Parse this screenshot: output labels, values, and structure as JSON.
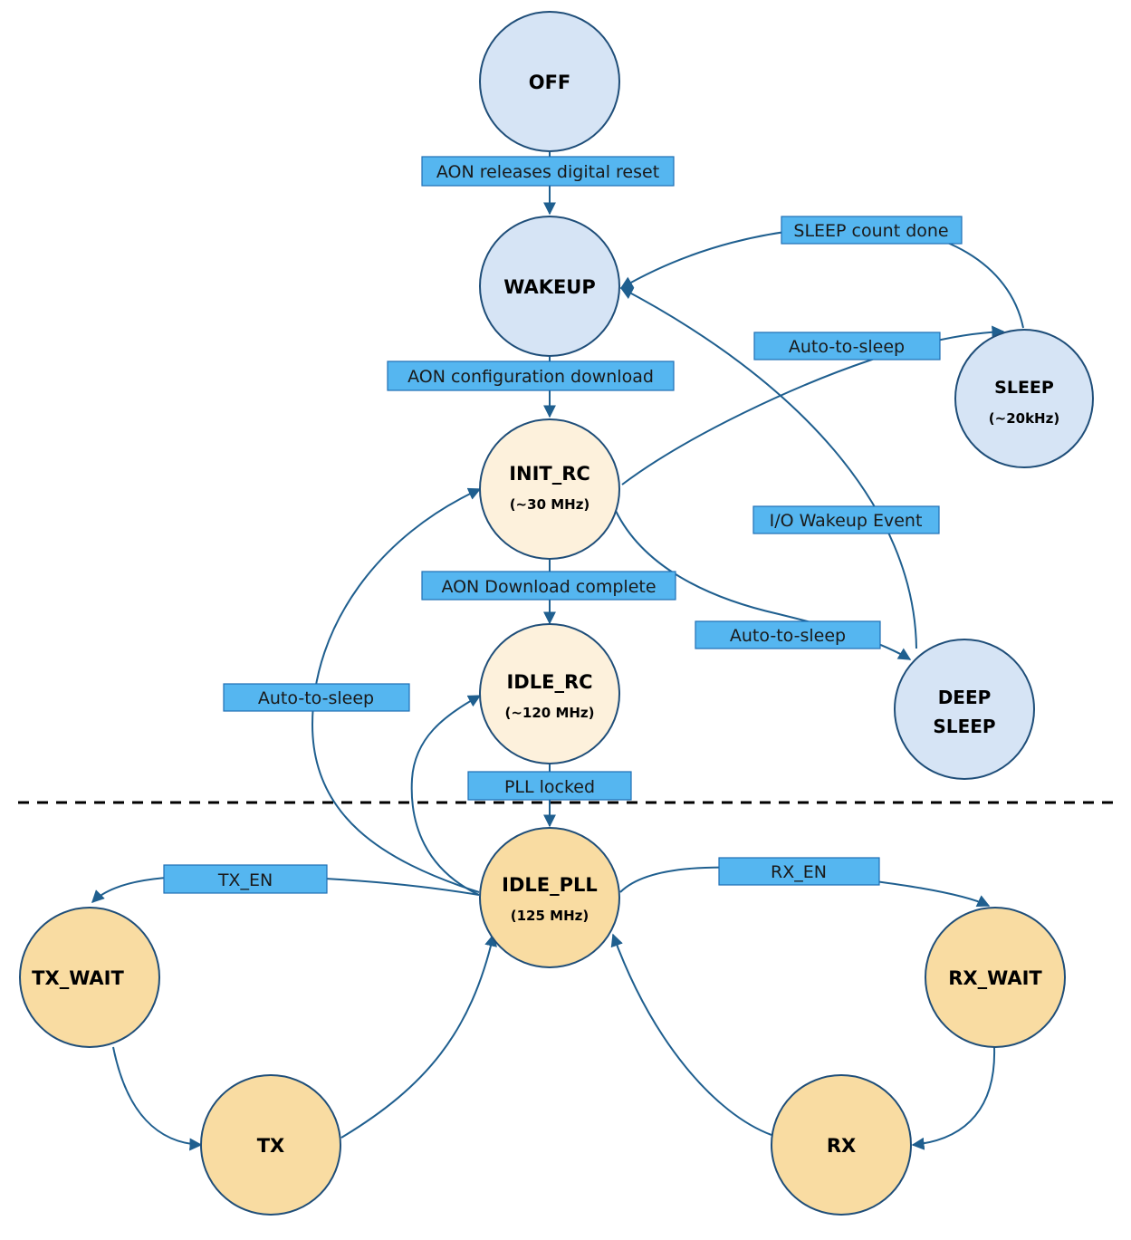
{
  "colors": {
    "edge": "#1f5f8f",
    "label_fill": "#55b6f0",
    "node_blue": "#d6e4f5",
    "node_cream": "#fdf1dc",
    "node_orange": "#f9dca2"
  },
  "nodes": {
    "off": {
      "title": "OFF",
      "sub": ""
    },
    "wakeup": {
      "title": "WAKEUP",
      "sub": ""
    },
    "sleep": {
      "title": "SLEEP",
      "sub": "(~20kHz)"
    },
    "init_rc": {
      "title": "INIT_RC",
      "sub": "(~30 MHz)"
    },
    "idle_rc": {
      "title": "IDLE_RC",
      "sub": "(~120 MHz)"
    },
    "deep_sleep": {
      "title": "DEEP",
      "sub": "SLEEP"
    },
    "idle_pll": {
      "title": "IDLE_PLL",
      "sub": "(125 MHz)"
    },
    "tx_wait": {
      "title": "TX_WAIT",
      "sub": ""
    },
    "rx_wait": {
      "title": "RX_WAIT",
      "sub": ""
    },
    "tx": {
      "title": "TX",
      "sub": ""
    },
    "rx": {
      "title": "RX",
      "sub": ""
    }
  },
  "edge_labels": {
    "aon_reset": "AON releases digital reset",
    "sleep_count": "SLEEP count done",
    "auto_sleep_top": "Auto-to-sleep",
    "aon_config": "AON configuration download",
    "io_wakeup": "I/O Wakeup Event",
    "aon_download": "AON Download complete",
    "auto_sleep_deep": "Auto-to-sleep",
    "auto_sleep_left": "Auto-to-sleep",
    "pll_locked": "PLL locked",
    "tx_en": "TX_EN",
    "rx_en": "RX_EN"
  }
}
